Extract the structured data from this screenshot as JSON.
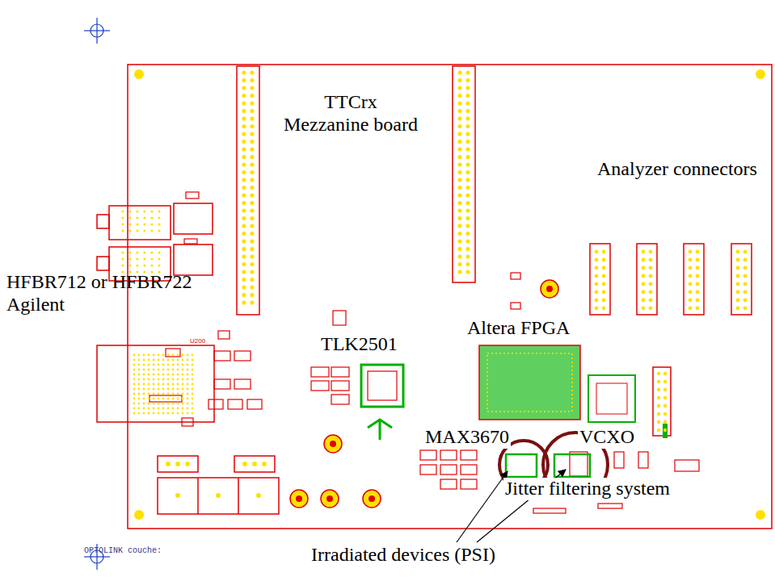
{
  "diagram": {
    "labels": [
      "TTCrx Mezzanine board",
      "Analyzer connectors",
      "HFBR712 or HFBR722 Agilent",
      "TLK2501",
      "Altera FPGA",
      "MAX3670",
      "VCXO",
      "Jitter filtering system",
      "Irradiated devices (PSI)",
      "OPTOLINK couche:",
      "U200"
    ]
  }
}
